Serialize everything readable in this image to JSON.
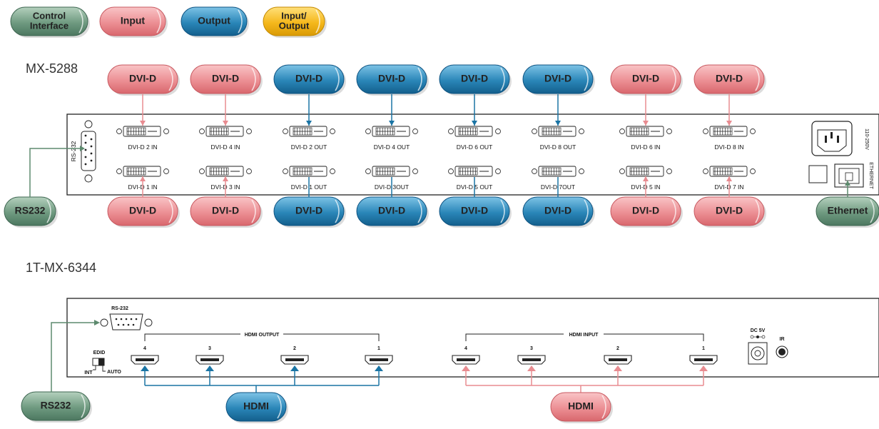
{
  "legend": {
    "control": "Control\nInterface",
    "input": "Input",
    "output": "Output",
    "io": "Input/\nOutput"
  },
  "colors": {
    "control": "#5d8a6e",
    "input": "#e8888c",
    "output": "#1d78a8",
    "io": "#f2b418",
    "input_line": "#e88c91",
    "output_line": "#1a74a4",
    "control_line": "#5d8a6e"
  },
  "mx5288": {
    "title": "MX-5288",
    "rs232_label": "RS-232",
    "power_label": "110-250V",
    "ethernet_label": "ETHERNET",
    "top_ports": [
      "DVI-D 2 IN",
      "DVI-D 4 IN",
      "DVI-D 2 OUT",
      "DVI-D 4 OUT",
      "DVI-D 6 OUT",
      "DVI-D 8 OUT",
      "DVI-D 6 IN",
      "DVI-D 8 IN"
    ],
    "bottom_ports": [
      "DVI-D 1 IN",
      "DVI-D 3 IN",
      "DVI-D 1 OUT",
      "DVI-D 3OUT",
      "DVI-D 5 OUT",
      "DVI-D 7OUT",
      "DVI-D 5 IN",
      "DVI-D 7 IN"
    ],
    "port_kinds": [
      "input",
      "input",
      "output",
      "output",
      "output",
      "output",
      "input",
      "input"
    ],
    "top_pills": [
      "DVI-D",
      "DVI-D",
      "DVI-D",
      "DVI-D",
      "DVI-D",
      "DVI-D",
      "DVI-D",
      "DVI-D"
    ],
    "bottom_pills": [
      "DVI-D",
      "DVI-D",
      "DVI-D",
      "DVI-D",
      "DVI-D",
      "DVI-D",
      "DVI-D",
      "DVI-D"
    ],
    "rs232_pill": "RS232",
    "ethernet_pill": "Ethernet"
  },
  "mx6344": {
    "title": "1T-MX-6344",
    "rs232_label": "RS-232",
    "hdmi_output_label": "HDMI OUTPUT",
    "hdmi_input_label": "HDMI INPUT",
    "output_numbers": [
      "4",
      "3",
      "2",
      "1"
    ],
    "input_numbers": [
      "4",
      "3",
      "2",
      "1"
    ],
    "edid_label": "EDID",
    "int_label": "INT",
    "auto_label": "AUTO",
    "dc_label": "DC 5V",
    "ir_label": "IR",
    "rs232_pill": "RS232",
    "hdmi_out_pill": "HDMI",
    "hdmi_in_pill": "HDMI"
  }
}
